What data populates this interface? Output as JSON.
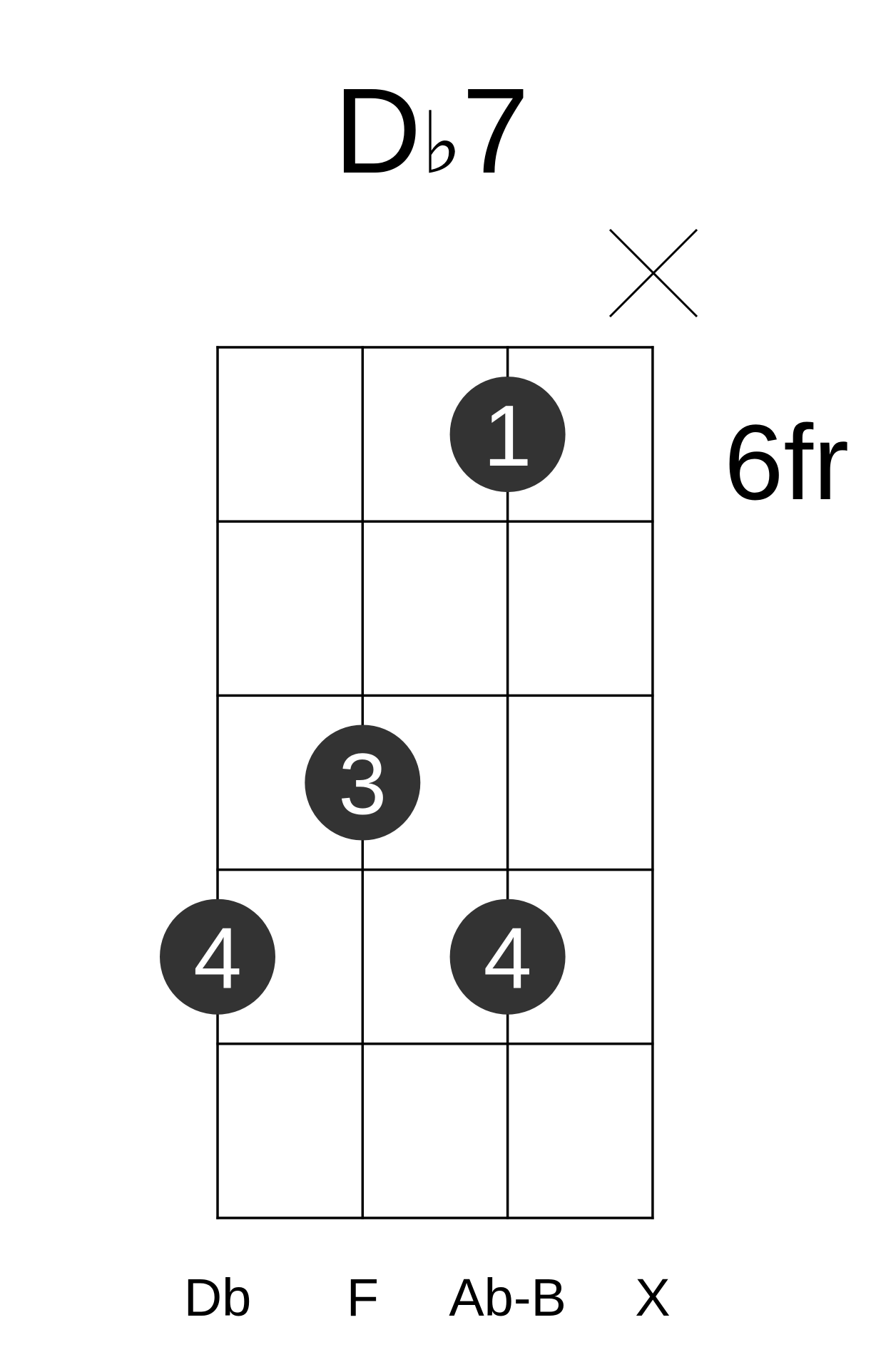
{
  "chord": {
    "root": "D",
    "accidental": "♭",
    "quality": "7"
  },
  "fret_label": "6fr",
  "strings": [
    {
      "note": "Db",
      "muted": false
    },
    {
      "note": "F",
      "muted": false
    },
    {
      "note": "Ab-B",
      "muted": false
    },
    {
      "note": "X",
      "muted": true
    }
  ],
  "fingers": [
    {
      "string": 3,
      "fret": 1,
      "finger": "1"
    },
    {
      "string": 2,
      "fret": 3,
      "finger": "3"
    },
    {
      "string": 1,
      "fret": 4,
      "finger": "4"
    },
    {
      "string": 3,
      "fret": 4,
      "finger": "4"
    }
  ],
  "frets_shown": 5,
  "colors": {
    "dot": "#333333",
    "line": "#000000",
    "finger_text": "#ffffff"
  }
}
